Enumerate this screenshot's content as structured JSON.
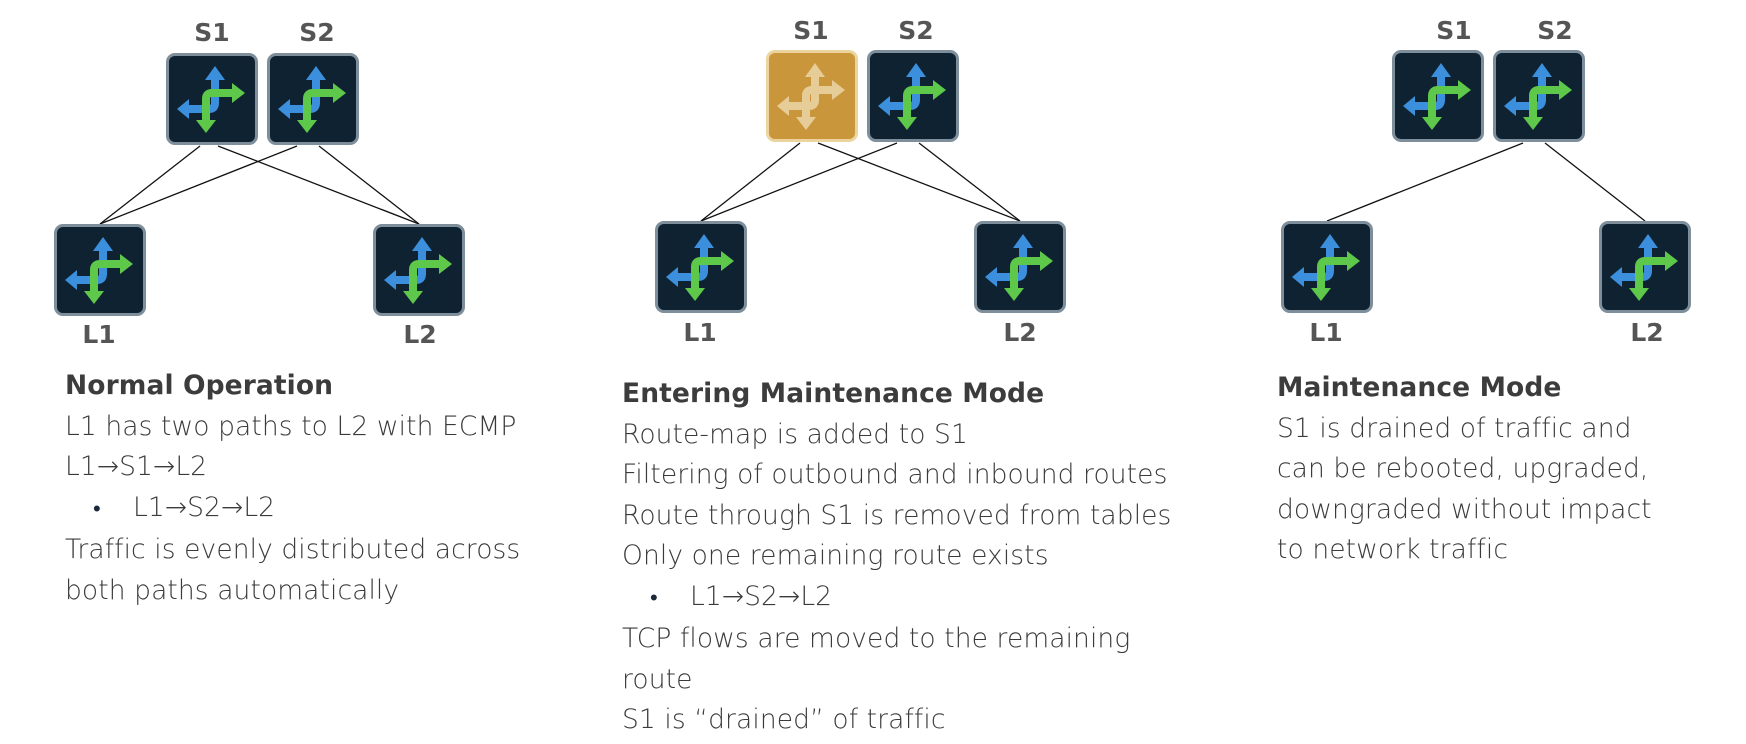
{
  "colors": {
    "node_bg": "#0f2231",
    "node_border": "#7e8e9a",
    "drained_bg": "#c9963c",
    "drained_border": "#ecd49e",
    "arrow_blue": "#3b8fdc",
    "arrow_green": "#5ec84a",
    "arrow_drained": "#ecd6a8",
    "link": "#111111"
  },
  "icon": "router-switch-icon",
  "panels": [
    {
      "id": "normal",
      "nodes": {
        "S1": "S1",
        "S2": "S2",
        "L1": "L1",
        "L2": "L2"
      },
      "drained_node": null,
      "links": [
        [
          "S1",
          "L1"
        ],
        [
          "S1",
          "L2"
        ],
        [
          "S2",
          "L1"
        ],
        [
          "S2",
          "L2"
        ]
      ],
      "title": "Normal Operation",
      "lines": [
        {
          "text": "L1 has two paths to L2 with ECMP",
          "bullet": false
        },
        {
          "text": "L1→S1→L2",
          "bullet": false
        },
        {
          "text": "L1→S2→L2",
          "bullet": true
        },
        {
          "text": "Traffic is evenly distributed across",
          "bullet": false
        },
        {
          "text": "both paths automatically",
          "bullet": false
        }
      ]
    },
    {
      "id": "entering",
      "nodes": {
        "S1": "S1",
        "S2": "S2",
        "L1": "L1",
        "L2": "L2"
      },
      "drained_node": "S1",
      "links": [
        [
          "S1",
          "L1"
        ],
        [
          "S1",
          "L2"
        ],
        [
          "S2",
          "L1"
        ],
        [
          "S2",
          "L2"
        ]
      ],
      "title": "Entering Maintenance Mode",
      "lines": [
        {
          "text": "Route-map is added to S1",
          "bullet": false
        },
        {
          "text": "Filtering of outbound and inbound routes",
          "bullet": false
        },
        {
          "text": "Route through S1 is removed from tables",
          "bullet": false
        },
        {
          "text": "Only one remaining route exists",
          "bullet": false
        },
        {
          "text": "L1→S2→L2",
          "bullet": true
        },
        {
          "text": "TCP flows are moved to the remaining",
          "bullet": false
        },
        {
          "text": "route",
          "bullet": false
        },
        {
          "text": "S1 is “drained” of traffic",
          "bullet": false
        }
      ]
    },
    {
      "id": "maintenance",
      "nodes": {
        "S1": "S1",
        "S2": "S2",
        "L1": "L1",
        "L2": "L2"
      },
      "drained_node": null,
      "links": [
        [
          "S2",
          "L1"
        ],
        [
          "S2",
          "L2"
        ]
      ],
      "title": "Maintenance Mode",
      "lines": [
        {
          "text": "S1 is drained of traffic and",
          "bullet": false
        },
        {
          "text": "can be rebooted, upgraded,",
          "bullet": false
        },
        {
          "text": "downgraded without impact",
          "bullet": false
        },
        {
          "text": "to network traffic",
          "bullet": false
        }
      ]
    }
  ]
}
